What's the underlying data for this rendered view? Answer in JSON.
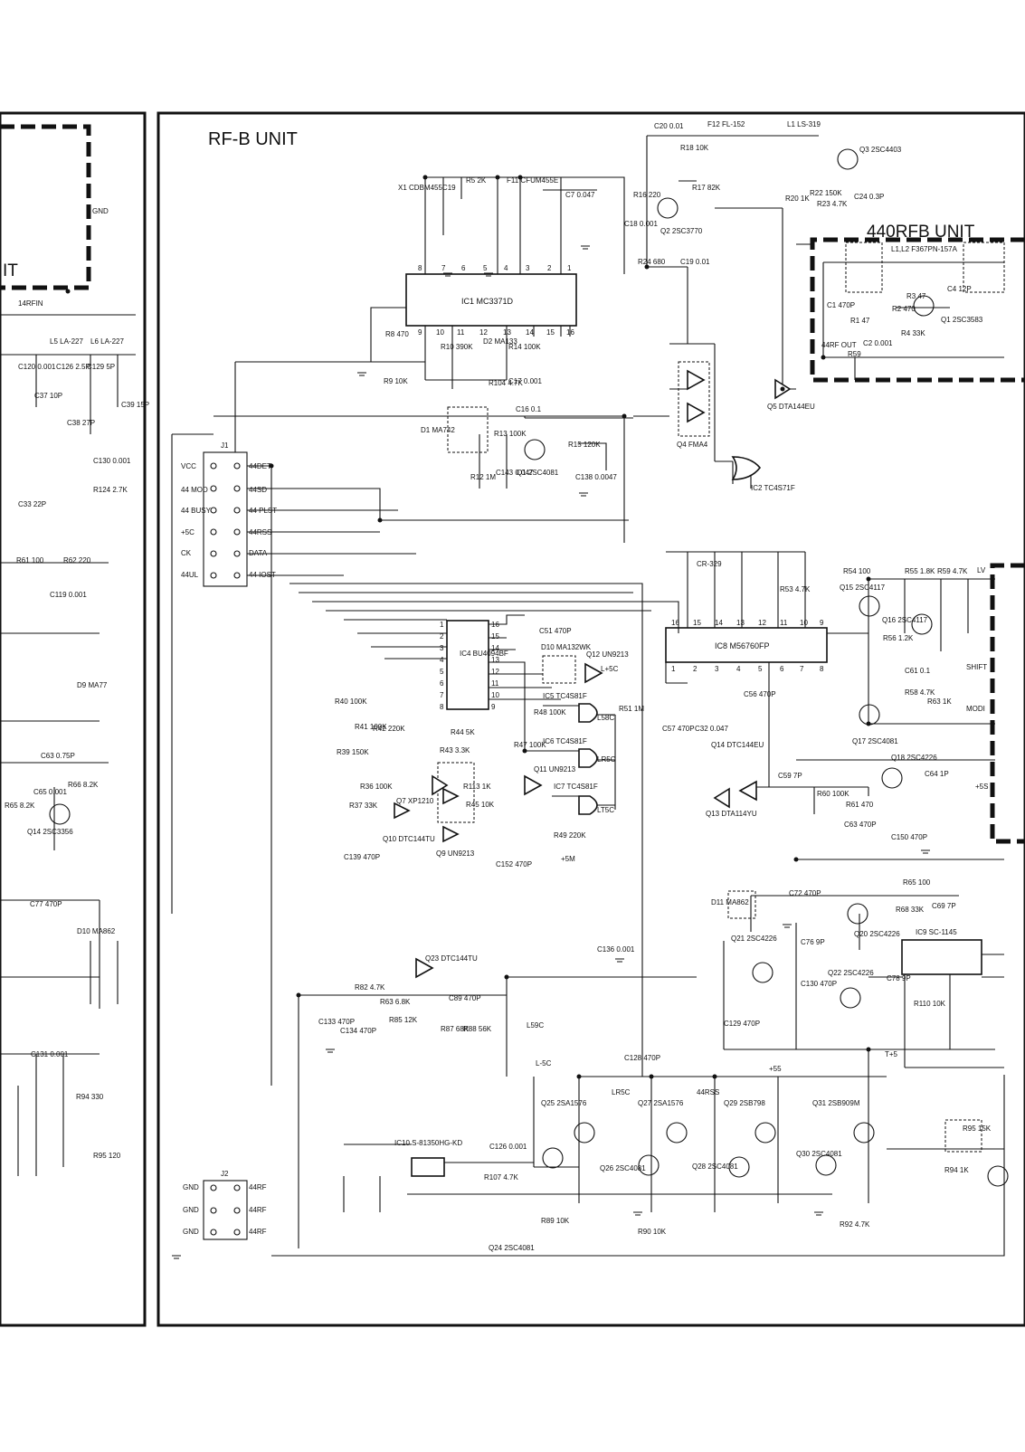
{
  "sheet": {
    "unit_title": "RF-B UNIT",
    "subunit_title": "440RFB UNIT",
    "left_partial_title": "IT"
  },
  "ics": [
    {
      "id": "ic1",
      "label": "IC1 MC3371D"
    },
    {
      "id": "ic4",
      "label": "IC4 BU4094BF"
    },
    {
      "id": "ic8",
      "label": "IC8 M56760FP"
    },
    {
      "id": "ic9",
      "label": "IC9 SC-1145"
    },
    {
      "id": "ic10",
      "label": "IC10 S-81350HG-KD"
    }
  ],
  "connectors": {
    "j1": {
      "name": "J1",
      "left": [
        "VCC",
        "44 MOD",
        "44 BUSY",
        "+5C",
        "CK",
        "44UL"
      ],
      "right": [
        "44DET",
        "44SD",
        "44 PLST",
        "44RSS",
        "DATA",
        "44 IOST"
      ]
    },
    "j2": {
      "name": "J2",
      "left": [
        "GND",
        "GND",
        "GND"
      ],
      "right": [
        "44RF",
        "44RF",
        "44RF"
      ]
    }
  },
  "parts": [
    {
      "id": "q1",
      "label": "Q1 2SC4081"
    },
    {
      "id": "q2",
      "label": "Q2 2SC3770"
    },
    {
      "id": "q3",
      "label": "Q3 2SC4403"
    },
    {
      "id": "q4",
      "label": "Q4 FMA4"
    },
    {
      "id": "q5",
      "label": "Q5 DTA144EU"
    },
    {
      "id": "ic2",
      "label": "IC2 TC4S71F"
    },
    {
      "id": "ic5",
      "label": "IC5 TC4S81F"
    },
    {
      "id": "ic6",
      "label": "IC6 TC4S81F"
    },
    {
      "id": "ic7",
      "label": "IC7 TC4S81F"
    },
    {
      "id": "q7",
      "label": "Q7 XP1210"
    },
    {
      "id": "q9",
      "label": "Q9 UN9213"
    },
    {
      "id": "q10",
      "label": "Q10 DTC144TU"
    },
    {
      "id": "q11",
      "label": "Q11 UN9213"
    },
    {
      "id": "q12",
      "label": "Q12 UN9213"
    },
    {
      "id": "q13",
      "label": "Q13 DTA114YU"
    },
    {
      "id": "q14",
      "label": "Q14 DTC144EU"
    },
    {
      "id": "q15",
      "label": "Q15 2SC4117"
    },
    {
      "id": "q16",
      "label": "Q16 2SC4117"
    },
    {
      "id": "q17",
      "label": "Q17 2SC4081"
    },
    {
      "id": "q18",
      "label": "Q18 2SC4226"
    },
    {
      "id": "q20",
      "label": "Q20 2SC4226"
    },
    {
      "id": "q21",
      "label": "Q21 2SC4226"
    },
    {
      "id": "q22",
      "label": "Q22 2SC4226"
    },
    {
      "id": "q23",
      "label": "Q23 DTC144TU"
    },
    {
      "id": "q24",
      "label": "Q24 2SC4081"
    },
    {
      "id": "q25",
      "label": "Q25 2SA1576"
    },
    {
      "id": "q26",
      "label": "Q26 2SC4081"
    },
    {
      "id": "q27",
      "label": "Q27 2SA1576"
    },
    {
      "id": "q28",
      "label": "Q28 2SC4081"
    },
    {
      "id": "q29",
      "label": "Q29 2SB798"
    },
    {
      "id": "q30",
      "label": "Q30 2SC4081"
    },
    {
      "id": "q31",
      "label": "Q31 2SB909M"
    },
    {
      "id": "q1b",
      "label": "Q1 2SC3583"
    },
    {
      "id": "q14l",
      "label": "Q14 2SC3356"
    },
    {
      "id": "d10",
      "label": "D10 MA132WK"
    },
    {
      "id": "d11",
      "label": "D11 MA862"
    },
    {
      "id": "d1",
      "label": "D1 MA742"
    },
    {
      "id": "d2",
      "label": "D2 MA133"
    },
    {
      "id": "d9",
      "label": "D9 MA77"
    },
    {
      "id": "d10l",
      "label": "D10 MA862"
    },
    {
      "id": "x1",
      "label": "X1 CDBM455C19"
    },
    {
      "id": "f11",
      "label": "F11 CFUM455E"
    },
    {
      "id": "f12",
      "label": "F12 FL-152"
    },
    {
      "id": "l1",
      "label": "L1 LS-319"
    },
    {
      "id": "l1l2",
      "label": "L1,L2 F367PN-157A"
    },
    {
      "id": "l5",
      "label": "L5 LA-227"
    },
    {
      "id": "l6",
      "label": "L6 LA-227"
    },
    {
      "id": "cr",
      "label": "CR-329"
    },
    {
      "id": "rfin",
      "label": "14RFIN"
    },
    {
      "id": "gndl",
      "label": "GND"
    }
  ],
  "values": {
    "r5": "R5 2K",
    "c7": "C7 0.047",
    "r18": "R18 10K",
    "c20": "C20 0.01",
    "r17": "R17 82K",
    "r16": "R16 220",
    "r22": "R22 150K",
    "r23": "R23 4.7K",
    "r20": "R20 1K",
    "c24": "C24 0.3P",
    "r15": "R15 120K",
    "r12": "R12 1M",
    "r13": "R13 100K",
    "c143": "C143 0.047",
    "c138": "C138 0.0047",
    "c16": "C16 0.1",
    "r10": "R10 390K",
    "r14": "R14 100K",
    "c17": "C17 0.001",
    "r8": "R8 470",
    "r9": "R9 10K",
    "r104": "R104 4.7K",
    "r24": "R24 680",
    "c19": "C19 0.01",
    "c18": "C18 0.001",
    "r54": "R54 100",
    "r55": "R55 1.8K",
    "r59": "R59 4.7K",
    "r53": "R53 4.7K",
    "r56": "R56 1.2K",
    "c61": "C61 0.1",
    "r58": "R58 4.7K",
    "r63": "R63 1K",
    "c59": "C59 7P",
    "c64": "C64 1P",
    "r60": "R60 100K",
    "r61": "R61 470",
    "c63": "C63 470P",
    "c150": "C150 470P",
    "r65": "R65 100",
    "c72": "C72 470P",
    "c69": "C69 7P",
    "r68": "R68 33K",
    "c76": "C76 9P",
    "c78": "C78 9P",
    "r110": "R110 10K",
    "c130": "C130 470P",
    "c129": "C129 470P",
    "r95": "R95 15K",
    "r94": "R94 1K",
    "c57": "C57 470P",
    "c32": "C32 0.047",
    "c56": "C56 470P",
    "c51": "C51 470P",
    "c152": "C152 470P",
    "r40": "R40 100K",
    "r39": "R39 150K",
    "r41": "R41 100K",
    "r42": "R42 220K",
    "r36": "R36 100K",
    "r37": "R37 33K",
    "c139": "C139 470P",
    "r44": "R44 5K",
    "r43": "R43 3.3K",
    "r113": "R113 1K",
    "r45": "R45 10K",
    "r47": "R47 100K",
    "r48": "R48 100K",
    "r49": "R49 220K",
    "r51": "R51 1M",
    "r82": "R82 4.7K",
    "r63b": "R63 6.8K",
    "r85": "R85 12K",
    "r87": "R87 68K",
    "r88": "R88 56K",
    "c133": "C133 470P",
    "c134": "C134 470P",
    "c89": "C89 470P",
    "c128": "C128 470P",
    "c136": "C136 0.001",
    "r89": "R89 10K",
    "r90": "R90 10K",
    "r92": "R92 4.7K",
    "r107": "R107 4.7K",
    "c126": "C126 0.001",
    "r61l": "R61 100",
    "r62l": "R62 220",
    "c119": "C119 0.001",
    "c120": "C120 0.001",
    "c126l": "C126 2.5P",
    "c129l": "C129 5P",
    "c130l": "C130 0.001",
    "r124l": "R124 2.7K",
    "c37l": "C37 10P",
    "c38l": "C38 27P",
    "c39l": "C39 15P",
    "c33l": "C33 22P",
    "c63l": "C63 0.75P",
    "c65l": "C65 0.001",
    "r66l": "R66 8.2K",
    "r65l": "R65 8.2K",
    "c77l": "C77 470P",
    "c131l": "C131 0.001",
    "r94l": "R94 330",
    "r95l": "R95 120",
    "c2": "C2 0.001",
    "r4": "R4 33K",
    "r3": "R3 47",
    "r2": "R2 470",
    "r1": "R1 47",
    "c4": "C4 12P",
    "c1": "C1 470P",
    "out44": "44RF OUT",
    "r59b": "R59",
    "shift": "SHIFT",
    "lv": "LV",
    "modi": "MODI",
    "plus5": "+5S",
    "plus5c": "L+5C",
    "l59c": "L59C",
    "l5c": "L-5C",
    "lr5c": "LR5C",
    "lt5c": "LT5C",
    "l58c": "L58C",
    "m5": "+5M",
    "p55": "+55",
    "t5": "T+5",
    "rss": "44RSS",
    "lrsc": "LR5C"
  }
}
